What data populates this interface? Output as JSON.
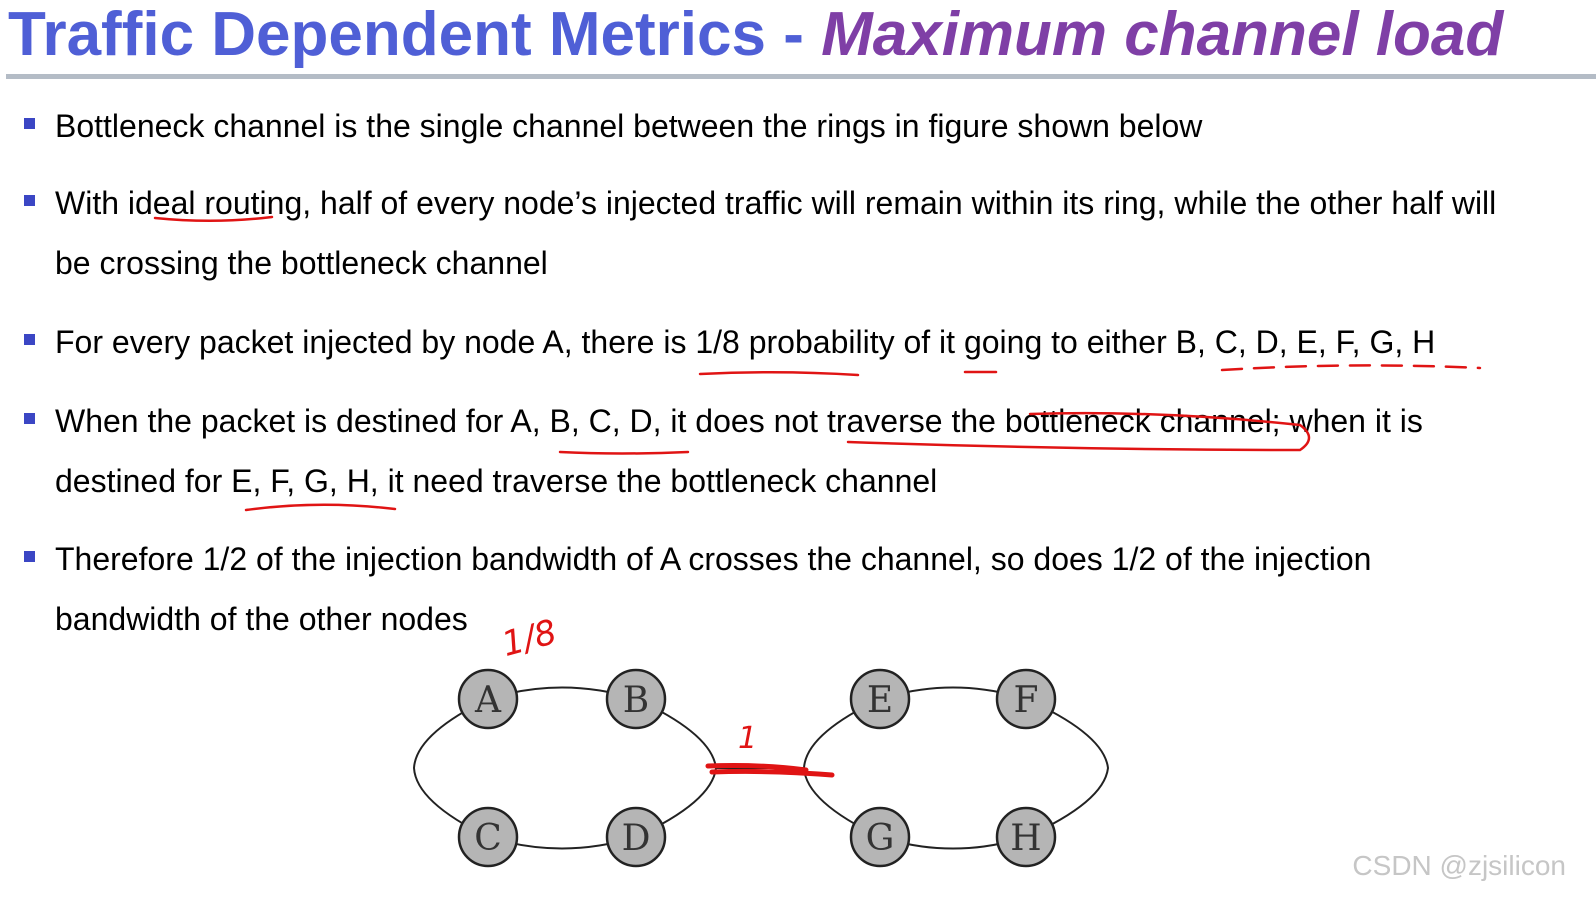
{
  "title": {
    "main": "Traffic Dependent Metrics",
    "separator": " - ",
    "sub": "Maximum channel load"
  },
  "bullets": [
    {
      "lines": [
        "Bottleneck channel is the single channel between the rings in figure shown below"
      ]
    },
    {
      "lines": [
        "With ideal routing, half of every node’s injected traffic will remain within its ring, while the other half will",
        "be crossing the bottleneck channel"
      ]
    },
    {
      "lines": [
        "For every packet injected by node A, there is 1/8 probability of it going to either B, C, D, E, F, G, H"
      ]
    },
    {
      "lines": [
        "When the packet is destined for A, B, C, D, it does not traverse the bottleneck channel; when it is",
        "destined for E, F, G, H, it need traverse the bottleneck channel"
      ]
    },
    {
      "lines": [
        "Therefore 1/2 of the injection bandwidth of A crosses the channel, so does 1/2 of the injection",
        "bandwidth of the other nodes"
      ]
    }
  ],
  "figure": {
    "left_ring": [
      "A",
      "B",
      "C",
      "D"
    ],
    "right_ring": [
      "E",
      "F",
      "G",
      "H"
    ]
  },
  "annotations": {
    "fraction": "1/8",
    "channel_mark": "1"
  },
  "watermark": "CSDN @zjsilicon",
  "colors": {
    "title_main": "#4f5fd6",
    "title_sub": "#7f3fa6",
    "bullet_marker": "#3b46c4",
    "annotation_ink": "#e01414",
    "node_fill": "#b5b5b5"
  }
}
